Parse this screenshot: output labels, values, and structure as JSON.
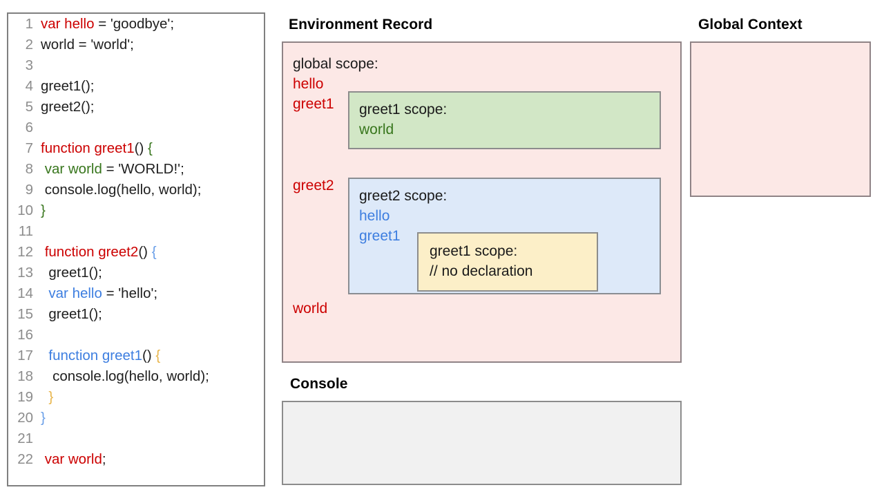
{
  "code_panel": {
    "lines": [
      {
        "n": "1",
        "tokens": [
          {
            "t": "var hello",
            "c": "red"
          },
          {
            "t": " = 'goodbye';",
            "c": "plain"
          }
        ]
      },
      {
        "n": "2",
        "tokens": [
          {
            "t": "world = 'world';",
            "c": "plain"
          }
        ]
      },
      {
        "n": "3",
        "tokens": [
          {
            "t": "",
            "c": "plain"
          }
        ]
      },
      {
        "n": "4",
        "tokens": [
          {
            "t": "greet1();",
            "c": "plain"
          }
        ]
      },
      {
        "n": "5",
        "tokens": [
          {
            "t": "greet2();",
            "c": "plain"
          }
        ]
      },
      {
        "n": "6",
        "tokens": [
          {
            "t": "",
            "c": "plain"
          }
        ]
      },
      {
        "n": "7",
        "tokens": [
          {
            "t": "function greet1",
            "c": "red"
          },
          {
            "t": "() ",
            "c": "plain"
          },
          {
            "t": "{",
            "c": "green-brace"
          }
        ]
      },
      {
        "n": "8",
        "tokens": [
          {
            "t": " ",
            "c": "plain"
          },
          {
            "t": "var world",
            "c": "green"
          },
          {
            "t": " = 'WORLD!';",
            "c": "plain"
          }
        ]
      },
      {
        "n": "9",
        "tokens": [
          {
            "t": " console.log(hello, world);",
            "c": "plain"
          }
        ]
      },
      {
        "n": "10",
        "tokens": [
          {
            "t": "}",
            "c": "green-brace"
          }
        ]
      },
      {
        "n": "11",
        "tokens": [
          {
            "t": "",
            "c": "plain"
          }
        ]
      },
      {
        "n": "12",
        "tokens": [
          {
            "t": " ",
            "c": "plain"
          },
          {
            "t": "function greet2",
            "c": "red"
          },
          {
            "t": "() ",
            "c": "plain"
          },
          {
            "t": "{",
            "c": "blue-brace"
          }
        ]
      },
      {
        "n": "13",
        "tokens": [
          {
            "t": "  greet1();",
            "c": "plain"
          }
        ]
      },
      {
        "n": "14",
        "tokens": [
          {
            "t": "  ",
            "c": "plain"
          },
          {
            "t": "var hello",
            "c": "blue"
          },
          {
            "t": " = 'hello';",
            "c": "plain"
          }
        ]
      },
      {
        "n": "15",
        "tokens": [
          {
            "t": "  greet1();",
            "c": "plain"
          }
        ]
      },
      {
        "n": "16",
        "tokens": [
          {
            "t": "",
            "c": "plain"
          }
        ]
      },
      {
        "n": "17",
        "tokens": [
          {
            "t": "  ",
            "c": "plain"
          },
          {
            "t": "function greet1",
            "c": "blue"
          },
          {
            "t": "() ",
            "c": "plain"
          },
          {
            "t": "{",
            "c": "orange"
          }
        ]
      },
      {
        "n": "18",
        "tokens": [
          {
            "t": "   console.log(hello, world);",
            "c": "plain"
          }
        ]
      },
      {
        "n": "19",
        "tokens": [
          {
            "t": "  ",
            "c": "plain"
          },
          {
            "t": "}",
            "c": "orange"
          }
        ]
      },
      {
        "n": "20",
        "tokens": [
          {
            "t": "}",
            "c": "blue-brace"
          }
        ]
      },
      {
        "n": "21",
        "tokens": [
          {
            "t": "",
            "c": "plain"
          }
        ]
      },
      {
        "n": "22",
        "tokens": [
          {
            "t": " ",
            "c": "plain"
          },
          {
            "t": "var world",
            "c": "red"
          },
          {
            "t": ";",
            "c": "plain"
          }
        ]
      }
    ]
  },
  "environment_record": {
    "title": "Environment Record",
    "global_scope": {
      "heading": "global scope:",
      "bindings": [
        "hello",
        "greet1",
        "greet2",
        "world"
      ]
    },
    "greet1_scope": {
      "heading": "greet1 scope:",
      "bindings": [
        "world"
      ]
    },
    "greet2_scope": {
      "heading": "greet2 scope:",
      "bindings": [
        "hello",
        "greet1"
      ]
    },
    "nested_greet1_scope": {
      "heading": "greet1 scope:",
      "note": "// no declaration"
    }
  },
  "global_context": {
    "title": "Global Context",
    "content": ""
  },
  "console": {
    "title": "Console",
    "content": ""
  },
  "colors": {
    "pink_panel": "#fce8e6",
    "green_panel": "#d2e7c6",
    "blue_panel": "#dde9f9",
    "yellow_panel": "#fcefc8",
    "gray_panel": "#f1f1f1",
    "token_red": "#cc0000",
    "token_green": "#38761d",
    "token_blue": "#3d7ee0",
    "token_orange": "#e8b54b",
    "line_number": "#8c8c8c"
  }
}
